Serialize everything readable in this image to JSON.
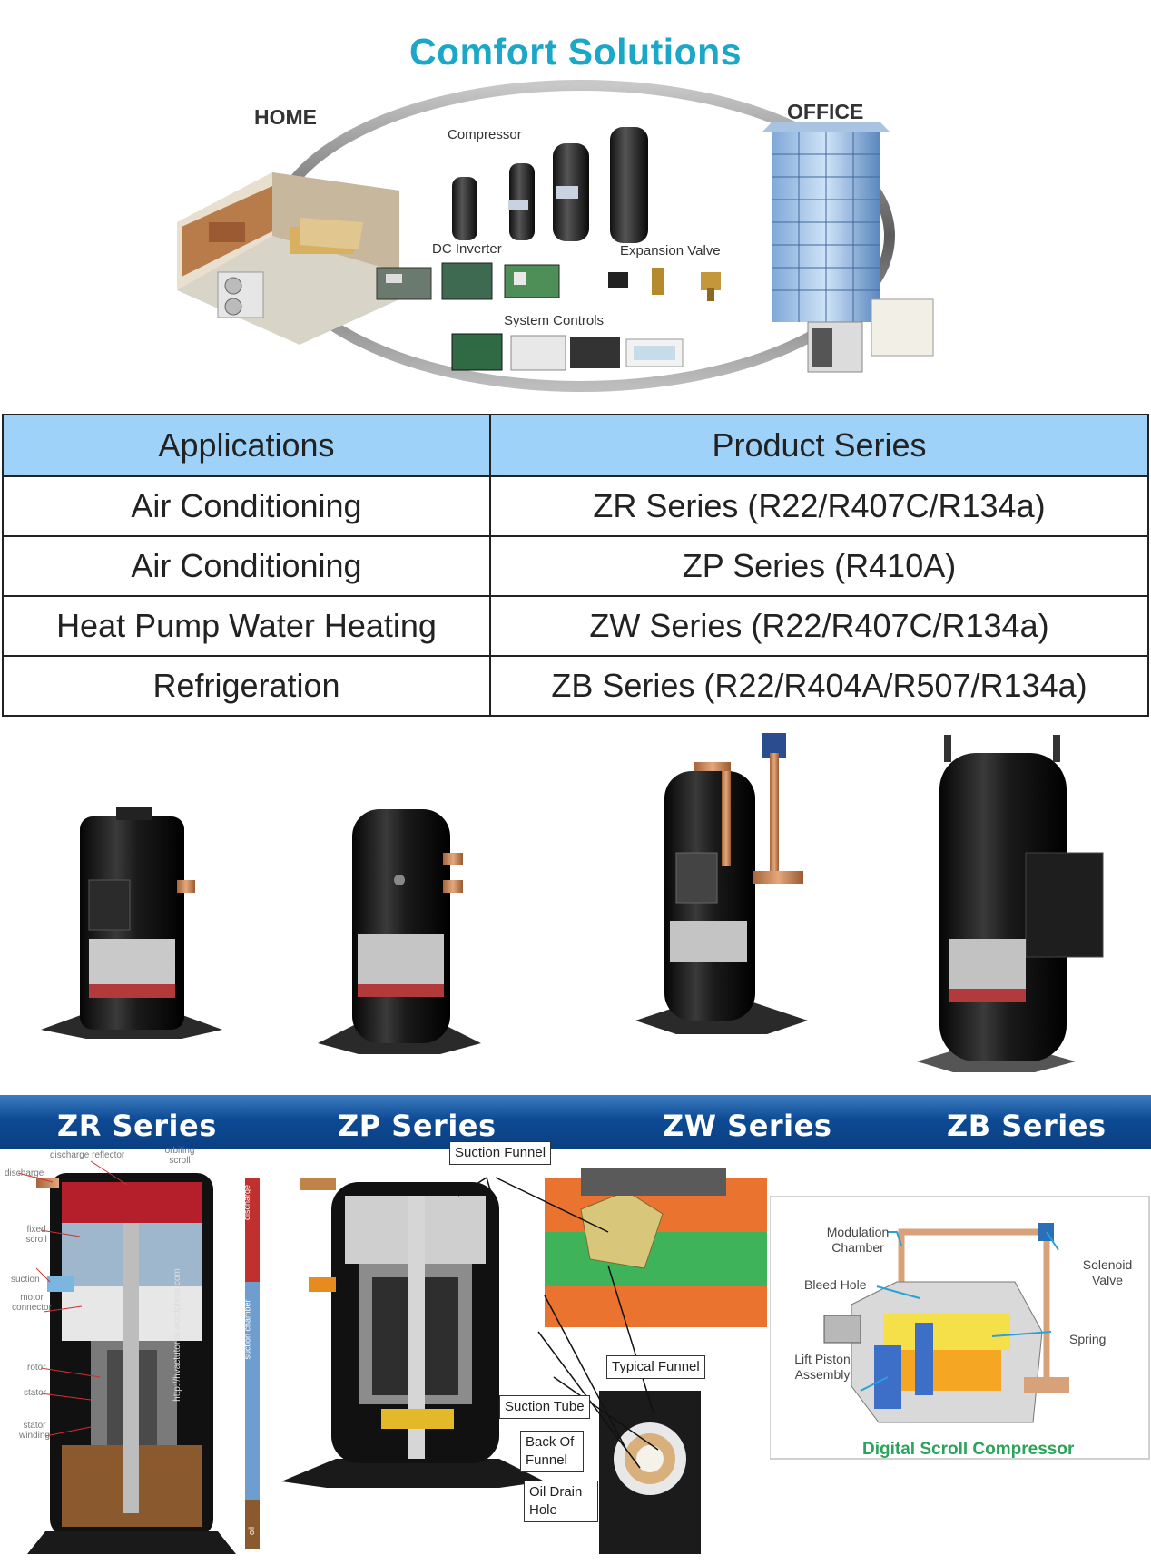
{
  "comfort": {
    "title": "Comfort Solutions",
    "home_label": "HOME",
    "office_label": "OFFICE",
    "compressor_label": "Compressor",
    "dc_inverter_label": "DC Inverter",
    "expansion_valve_label": "Expansion Valve",
    "system_controls_label": "System Controls"
  },
  "table": {
    "headers": [
      "Applications",
      "Product Series"
    ],
    "rows": [
      [
        "Air Conditioning",
        "ZR Series (R22/R407C/R134a)"
      ],
      [
        "Air Conditioning",
        "ZP Series (R410A)"
      ],
      [
        "Heat Pump Water Heating",
        "ZW Series (R22/R407C/R134a)"
      ],
      [
        "Refrigeration",
        "ZB Series (R22/R404A/R507/R134a)"
      ]
    ]
  },
  "series": [
    "ZR Series",
    "ZP Series",
    "ZW Series",
    "ZB Series"
  ],
  "cutaway1": {
    "labels": [
      "discharge reflector",
      "orbiting scroll",
      "discharge",
      "fixed scroll",
      "suction",
      "motor connector",
      "rotor",
      "stator",
      "stator winding"
    ],
    "bar_labels": [
      "discharge",
      "suction chamber",
      "oil"
    ],
    "watermark": "http://hvactutorial.wordpress.com"
  },
  "funnel": {
    "suction_funnel": "Suction Funnel",
    "typical_funnel": "Typical Funnel",
    "suction_tube": "Suction Tube",
    "back_of_funnel": "Back Of Funnel",
    "oil_drain_hole": "Oil Drain Hole"
  },
  "digital_scroll": {
    "modulation_chamber": "Modulation Chamber",
    "bleed_hole": "Bleed Hole",
    "lift_piston_assembly": "Lift Piston Assembly",
    "solenoid_valve": "Solenoid Valve",
    "spring": "Spring",
    "title": "Digital Scroll Compressor"
  },
  "colors": {
    "title": "#1aa7c8",
    "table_header": "#9fd2f8",
    "series_bar": "#0d4a94",
    "digital_title": "#2ba35a",
    "callout_line": "#2aa1d6"
  }
}
